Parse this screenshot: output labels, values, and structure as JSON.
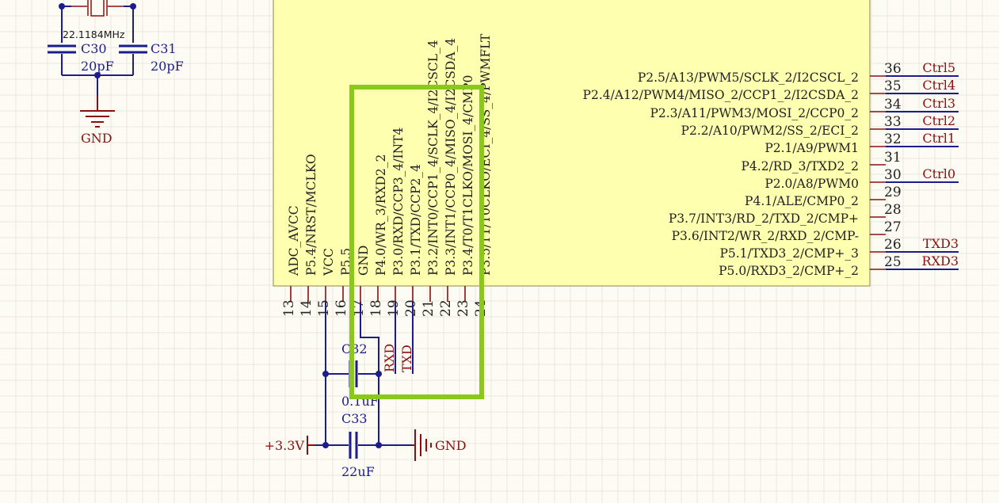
{
  "crystal": {
    "frequency": "22.1184MHz",
    "caps": [
      {
        "ref": "C30",
        "value": "20pF"
      },
      {
        "ref": "C31",
        "value": "20pF"
      }
    ],
    "gnd": "GND"
  },
  "chip": {
    "right_pins": [
      {
        "num": "36",
        "name": "P2.5/A13/PWM5/SCLK_2/I2CSCL_2",
        "net": "Ctrl5"
      },
      {
        "num": "35",
        "name": "P2.4/A12/PWM4/MISO_2/CCP1_2/I2CSDA_2",
        "net": "Ctrl4"
      },
      {
        "num": "34",
        "name": "P2.3/A11/PWM3/MOSI_2/CCP0_2",
        "net": "Ctrl3"
      },
      {
        "num": "33",
        "name": "P2.2/A10/PWM2/SS_2/ECI_2",
        "net": "Ctrl2"
      },
      {
        "num": "32",
        "name": "P2.1/A9/PWM1",
        "net": "Ctrl1"
      },
      {
        "num": "31",
        "name": "P4.2/RD_3/TXD2_2",
        "net": ""
      },
      {
        "num": "30",
        "name": "P2.0/A8/PWM0",
        "net": "Ctrl0"
      },
      {
        "num": "29",
        "name": "P4.1/ALE/CMP0_2",
        "net": ""
      },
      {
        "num": "28",
        "name": "P3.7/INT3/RD_2/TXD_2/CMP+",
        "net": ""
      },
      {
        "num": "27",
        "name": "P3.6/INT2/WR_2/RXD_2/CMP-",
        "net": ""
      },
      {
        "num": "26",
        "name": "P5.1/TXD3_2/CMP+_3",
        "net": "TXD3"
      },
      {
        "num": "25",
        "name": "P5.0/RXD3_2/CMP+_2",
        "net": "RXD3"
      }
    ],
    "bottom_pins": [
      {
        "num": "13",
        "name": "ADC_AVCC"
      },
      {
        "num": "14",
        "name": "P5.4/NRST/MCLKO"
      },
      {
        "num": "15",
        "name": "VCC"
      },
      {
        "num": "16",
        "name": "P5.5"
      },
      {
        "num": "17",
        "name": "GND"
      },
      {
        "num": "18",
        "name": "P4.0/WR_3/RXD2_2"
      },
      {
        "num": "19",
        "name": "P3.0/RXD/CCP3_4/INT4"
      },
      {
        "num": "20",
        "name": "P3.1/TXD/CCP2_4"
      },
      {
        "num": "21",
        "name": "P3.2/INT0/CCP1_4/SCLK_4/I2CSCL_4"
      },
      {
        "num": "22",
        "name": "P3.3/INT1/CCP0_4/MISO_4/I2CSDA_4"
      },
      {
        "num": "23",
        "name": "P3.4/T0/T1CLKO/MOSI_4/CMP0"
      },
      {
        "num": "24",
        "name": "P3.5/T1/T0CLKO/ECI_4/SS_4/PWMFLT"
      }
    ],
    "bottom_nets": {
      "rxd": "RXD",
      "txd": "TXD"
    }
  },
  "decoupling": {
    "c32": {
      "ref": "C32",
      "value": "0.1uF"
    },
    "c33": {
      "ref": "C33",
      "value": "22uF"
    },
    "power": "+3.3V",
    "gnd": "GND"
  },
  "colors": {
    "wire": "#1c1c8c",
    "pin": "#8b0f0f",
    "chip_fill": "#ffffb0",
    "chip_border": "#a09a6a",
    "highlight": "#8ac919",
    "background": "#fcfbf4"
  }
}
